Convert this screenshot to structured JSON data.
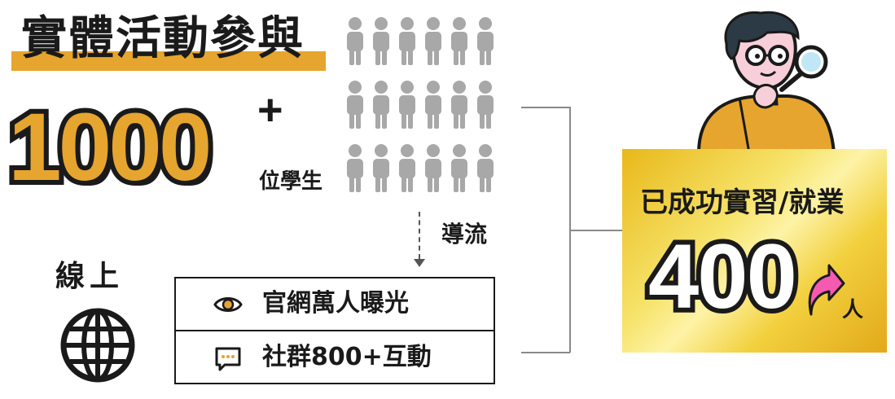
{
  "offline": {
    "title": "實體活動參與",
    "count": "1000",
    "plus": "+",
    "unit": "位學生"
  },
  "flow": {
    "label": "導流"
  },
  "online": {
    "label": "線上",
    "rows": [
      {
        "icon": "eye-icon",
        "text": "官網萬人曝光"
      },
      {
        "icon": "chat-bubble-icon",
        "text": "社群800+互動"
      }
    ]
  },
  "result": {
    "title": "已成功實習/就業",
    "count": "400",
    "unit": "人"
  },
  "colors": {
    "accent_orange": "#e6a52e",
    "gold_light": "#fdf3a6",
    "gold_dark": "#e2a91a",
    "arrow_pink": "#f55ab0",
    "people_gray": "#a8a8a8",
    "ink": "#1a1a1a"
  }
}
